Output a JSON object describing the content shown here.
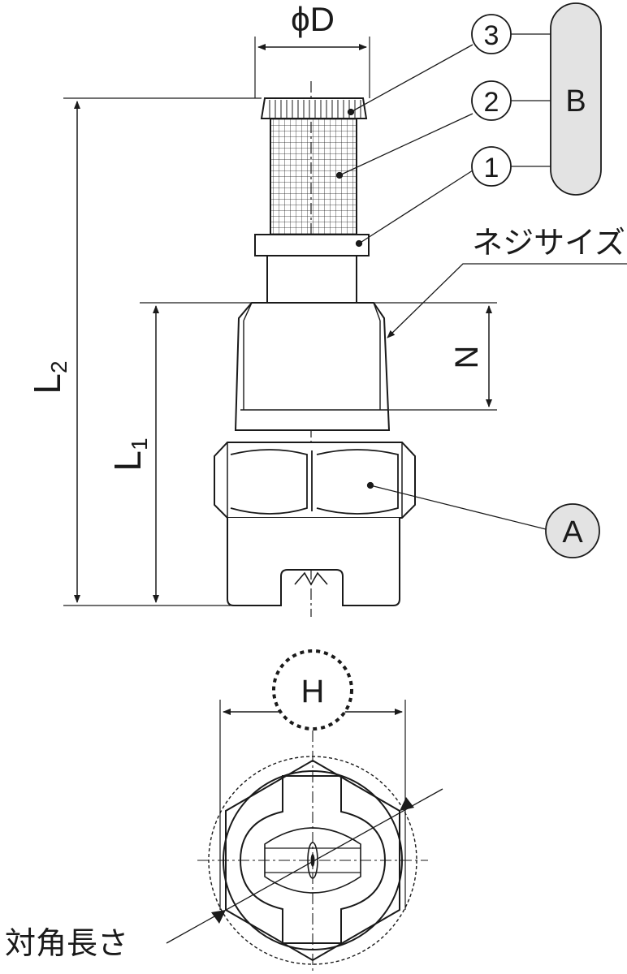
{
  "labels": {
    "phi_d": "ϕD",
    "l2_main": "L",
    "l2_sub": "2",
    "l1_main": "L",
    "l1_sub": "1",
    "n": "N",
    "h": "H",
    "thread_size": "ネジサイズ",
    "diagonal": "対角長さ",
    "callout_a": "A",
    "callout_b": "B",
    "part_1": "1",
    "part_2": "2",
    "part_3": "3"
  },
  "colors": {
    "stroke": "#1a1a1a",
    "callout_fill": "#e3e3e3",
    "background": "#ffffff"
  }
}
